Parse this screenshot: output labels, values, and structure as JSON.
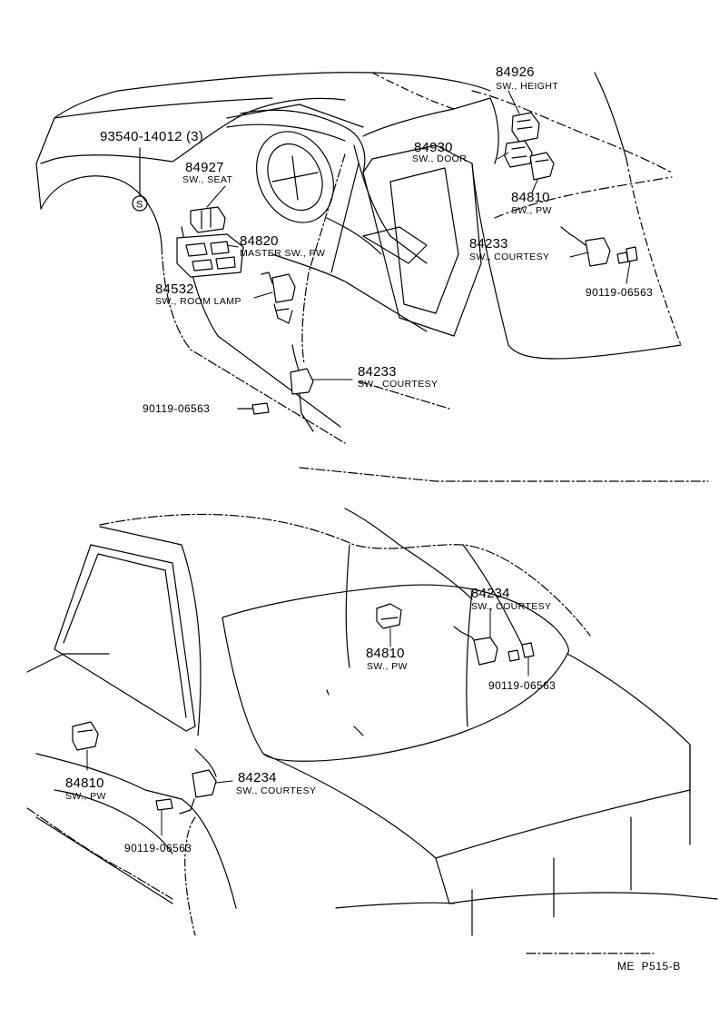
{
  "top_view": {
    "parts": [
      {
        "part_no": "93540-14012 (3)",
        "desc": ""
      },
      {
        "part_no": "84927",
        "desc": "SW., SEAT"
      },
      {
        "part_no": "84820",
        "desc": "MASTER SW., PW"
      },
      {
        "part_no": "84532",
        "desc": "SW., ROOM LAMP"
      },
      {
        "part_no": "84233",
        "desc": "SW., COURTESY"
      },
      {
        "part_no": "90119-06563",
        "desc": ""
      },
      {
        "part_no": "84926",
        "desc": "SW., HEIGHT"
      },
      {
        "part_no": "84930",
        "desc": "SW., DOOR"
      },
      {
        "part_no": "84810",
        "desc": "SW., PW"
      },
      {
        "part_no": "84233",
        "desc": "SW., COURTESY"
      },
      {
        "part_no": "90119-06563",
        "desc": ""
      }
    ],
    "s_mark": "S"
  },
  "bottom_view": {
    "parts": [
      {
        "part_no": "84234",
        "desc": "SW., COURTESY"
      },
      {
        "part_no": "84810",
        "desc": "SW., PW"
      },
      {
        "part_no": "90119-06563",
        "desc": ""
      },
      {
        "part_no": "84810",
        "desc": "SW., PW"
      },
      {
        "part_no": "84234",
        "desc": "SW., COURTESY"
      },
      {
        "part_no": "90119-06563",
        "desc": ""
      }
    ]
  },
  "footer": {
    "code": "ME  P515-B"
  },
  "line_color": "#000000"
}
